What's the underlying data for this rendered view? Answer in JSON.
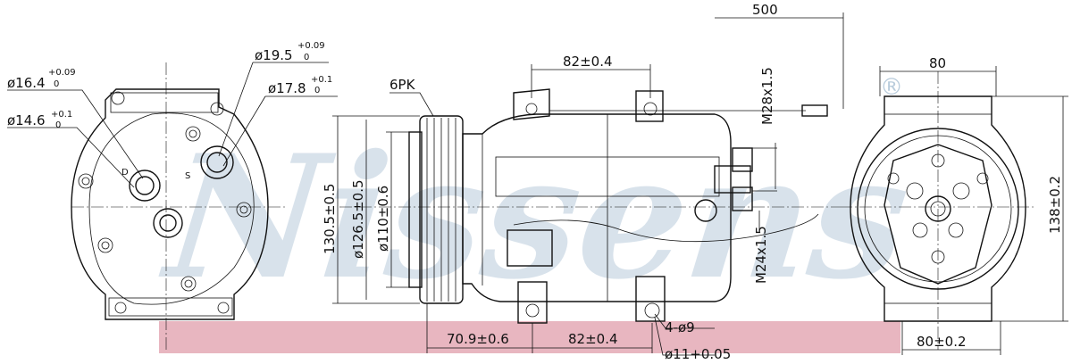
{
  "diagram": {
    "brand": "Nissens",
    "brand_mark": "®",
    "colors": {
      "watermark": "#b9ccdc",
      "band": "#e8b6c0",
      "line": "#111111"
    },
    "left_view": {
      "dim_a_main": "ø16.4",
      "dim_a_tol": "+0.09",
      "dim_a_tol2": "0",
      "dim_b_main": "ø14.6",
      "dim_b_tol": "+0.1",
      "dim_b_tol2": "0",
      "dim_c_main": "ø19.5",
      "dim_c_tol": "+0.09",
      "dim_c_tol2": "0",
      "dim_d_main": "ø17.8",
      "dim_d_tol": "+0.1",
      "dim_d_tol2": "0",
      "port_d": "D",
      "port_s": "S"
    },
    "side_view": {
      "belt_label": "6PK",
      "dim_outer_h": "130.5±0.5",
      "dim_pulley_h": "ø126.5±0.5",
      "dim_hub": "ø110±0.6",
      "dim_top_span": "82±0.4",
      "dim_cable": "500",
      "dim_thread_top": "M28x1.5",
      "dim_thread_bottom": "M24x1.5",
      "dim_bottom_left": "70.9±0.6",
      "dim_bottom_mid": "82±0.4",
      "dim_holes": "4-ø9",
      "dim_hole_dia": "ø11+0.05"
    },
    "right_view": {
      "dim_width": "80",
      "dim_height": "138±0.2",
      "dim_bottom_width": "80±0.2"
    }
  }
}
